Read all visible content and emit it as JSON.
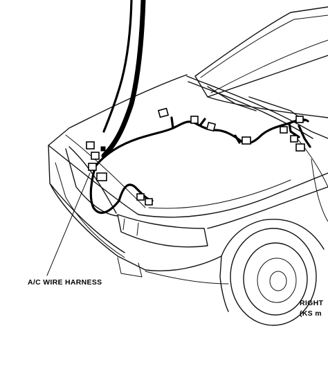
{
  "callouts": {
    "ac_wire_harness": "A/C WIRE HARNESS",
    "right_line1": "RIGHT",
    "right_line2": "(KS m"
  }
}
